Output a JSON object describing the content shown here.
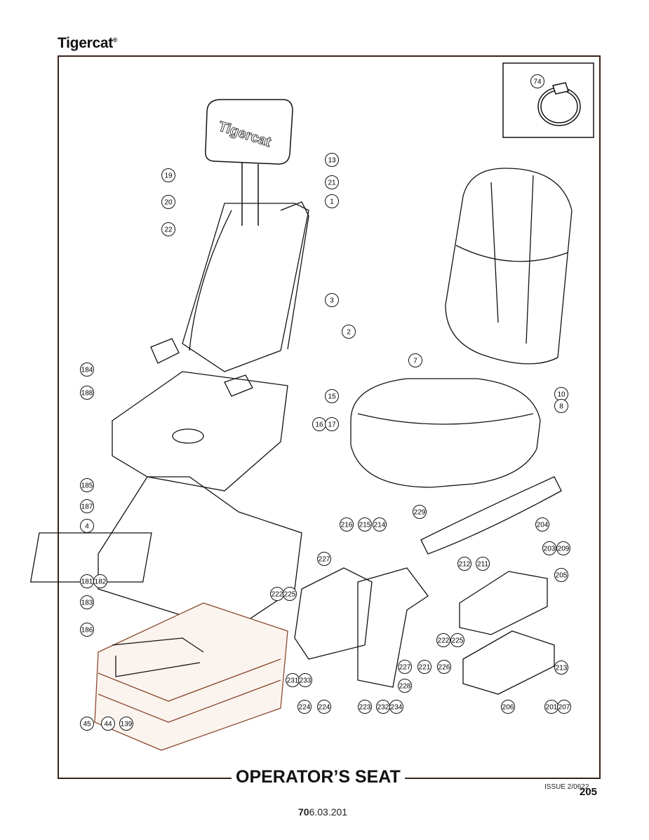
{
  "header": {
    "brand": "Tigercat",
    "brand_mark": "®"
  },
  "footer": {
    "title": "OPERATOR’S SEAT",
    "issue": "ISSUE 2/0622",
    "page_number": "205",
    "doc_number_bold": "70",
    "doc_number_rest": "6.03.201"
  },
  "headrest_logo": "Tigercat",
  "callouts": [
    "74",
    "13",
    "19",
    "21",
    "20",
    "1",
    "22",
    "3",
    "2",
    "184",
    "188",
    "15",
    "16",
    "17",
    "7",
    "10",
    "8",
    "185",
    "187",
    "4",
    "229",
    "216",
    "215",
    "214",
    "204",
    "203",
    "209",
    "227",
    "212",
    "211",
    "205",
    "181",
    "182",
    "222",
    "225",
    "183",
    "186",
    "222",
    "225",
    "227",
    "221",
    "226",
    "213",
    "231",
    "233",
    "228",
    "224",
    "224",
    "223",
    "232",
    "234",
    "206",
    "201",
    "207",
    "45",
    "44",
    "139"
  ],
  "colors": {
    "border": "#5a3a2a",
    "line": "#111111",
    "base_tint": "#c98a6a"
  }
}
